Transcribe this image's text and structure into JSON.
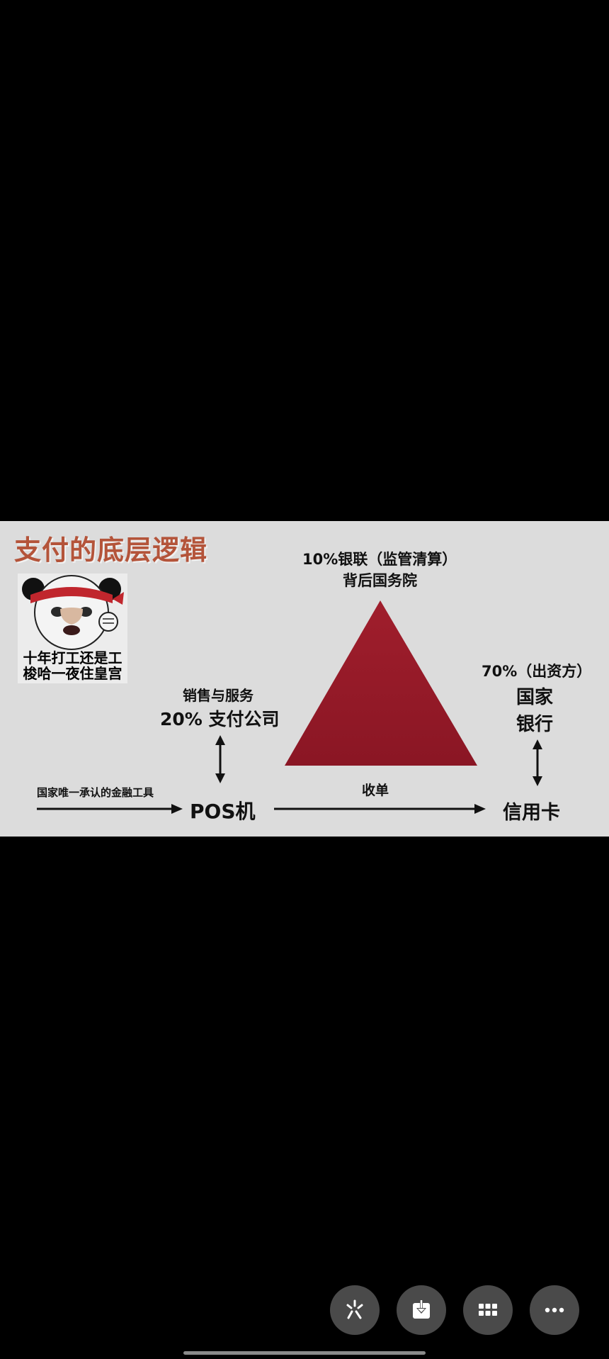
{
  "diagram": {
    "title": "支付的底层逻辑",
    "meme": {
      "caption_line1": "十年打工还是工",
      "caption_line2": "梭哈一夜住皇宫"
    },
    "unionpay": {
      "line1": "10%银联（监管清算）",
      "line2": "背后国务院"
    },
    "sales": {
      "line1": "销售与服务",
      "line2": "20% 支付公司"
    },
    "bank": {
      "line1": "70%（出资方）",
      "line2": "国家",
      "line3": "银行"
    },
    "finance_tool": "国家唯一承认的金融工具",
    "pos": "POS机",
    "acquiring": "收单",
    "credit_card": "信用卡",
    "colors": {
      "background": "#dcdcdc",
      "title": "#b4543a",
      "triangle": "#9b1b2a"
    }
  },
  "toolbar": {
    "buttons": [
      {
        "icon": "sparkle-icon"
      },
      {
        "icon": "download-icon"
      },
      {
        "icon": "grid-icon"
      },
      {
        "icon": "more-icon"
      }
    ]
  }
}
